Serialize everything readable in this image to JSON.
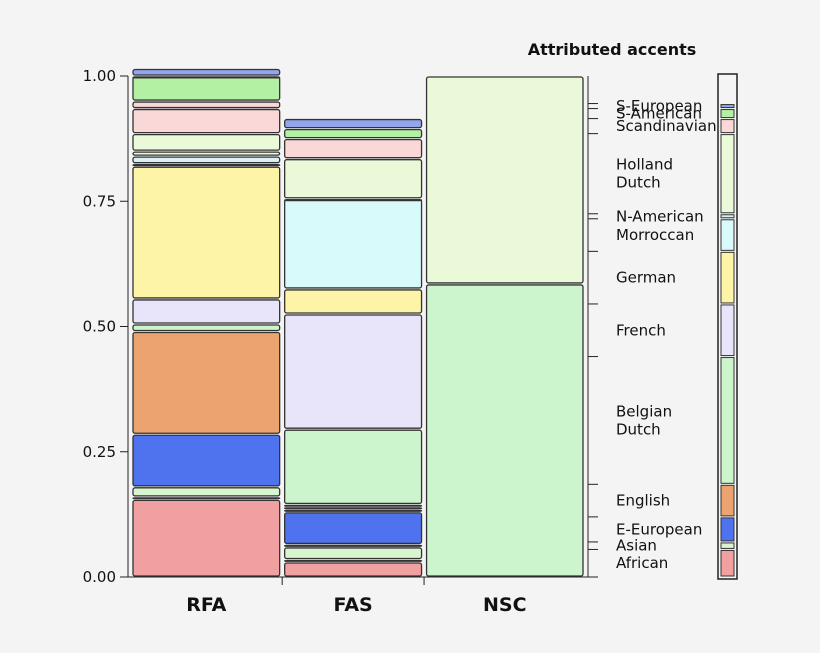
{
  "chart_data": {
    "type": "mosaic",
    "legend_title": "Attributed accents",
    "ylim": [
      0,
      1
    ],
    "y_ticks": [
      "0.00",
      "0.25",
      "0.50",
      "0.75",
      "1.00"
    ],
    "categories": [
      "RFA",
      "FAS",
      "NSC"
    ],
    "category_widths": [
      0.3,
      0.28,
      0.32
    ],
    "accents": [
      {
        "name": "African",
        "lines": [
          "African"
        ],
        "color": "#f0a0a0"
      },
      {
        "name": "Asian",
        "lines": [
          "Asian"
        ],
        "color": "#d8f5d0"
      },
      {
        "name": "E-European",
        "lines": [
          "E-European"
        ],
        "color": "#4f72ee"
      },
      {
        "name": "English",
        "lines": [
          "English"
        ],
        "color": "#eba36f"
      },
      {
        "name": "Belgian Dutch",
        "lines": [
          "Belgian",
          "Dutch"
        ],
        "color": "#cdf5cd"
      },
      {
        "name": "French",
        "lines": [
          "French"
        ],
        "color": "#e8e4fa"
      },
      {
        "name": "German",
        "lines": [
          "German"
        ],
        "color": "#fdf4a8"
      },
      {
        "name": "Morroccan",
        "lines": [
          "Morroccan"
        ],
        "color": "#d8fafb"
      },
      {
        "name": "N-American",
        "lines": [
          "N-American"
        ],
        "color": "#d9f0f4"
      },
      {
        "name": "Holland Dutch",
        "lines": [
          "Holland",
          "Dutch"
        ],
        "color": "#eafad8"
      },
      {
        "name": "Scandinavian",
        "lines": [
          "Scandinavian"
        ],
        "color": "#fbd8d8"
      },
      {
        "name": "S-American",
        "lines": [
          "S-American"
        ],
        "color": "#b4f0a4"
      },
      {
        "name": "S-European",
        "lines": [
          "S-European"
        ],
        "color": "#93a6ec"
      }
    ],
    "series": [
      {
        "category": "RFA",
        "values": [
          0.155,
          0.005,
          0.02,
          0.105,
          0.205,
          0.015,
          0.05,
          0.265,
          0.005,
          0.015,
          0.01,
          0.035,
          0.05,
          0.015,
          0.05,
          0.0,
          0.015
        ]
      },
      {
        "category": "FAS",
        "values": [
          0.03,
          0.005,
          0.025,
          0.005,
          0.065,
          0.005,
          0.005,
          0.005,
          0.15,
          0.23,
          0.05,
          0.18,
          0.0,
          0.08,
          0.04,
          0.02,
          0.02
        ]
      },
      {
        "category": "NSC",
        "values": [
          0.585,
          0.415
        ]
      }
    ],
    "segment_accents": {
      "RFA": [
        "African",
        "Asian",
        "Asian",
        "E-European",
        "English",
        "Belgian Dutch",
        "French",
        "German",
        "Morroccan",
        "N-American",
        "Holland Dutch",
        "Holland Dutch",
        "Scandinavian",
        "Scandinavian",
        "S-American",
        "S-American",
        "S-European"
      ],
      "FAS": [
        "African",
        "African",
        "Asian",
        "Asian",
        "E-European",
        "E-European",
        "English",
        "English",
        "Belgian Dutch",
        "French",
        "German",
        "Morroccan",
        "N-American",
        "Holland Dutch",
        "Scandinavian",
        "S-American",
        "S-European"
      ],
      "NSC": [
        "Belgian Dutch",
        "Holland Dutch"
      ]
    },
    "legend_bar_values": [
      0.055,
      0.015,
      0.05,
      0.065,
      0.255,
      0.105,
      0.105,
      0.065,
      0.01,
      0.16,
      0.03,
      0.02,
      0.01
    ]
  }
}
